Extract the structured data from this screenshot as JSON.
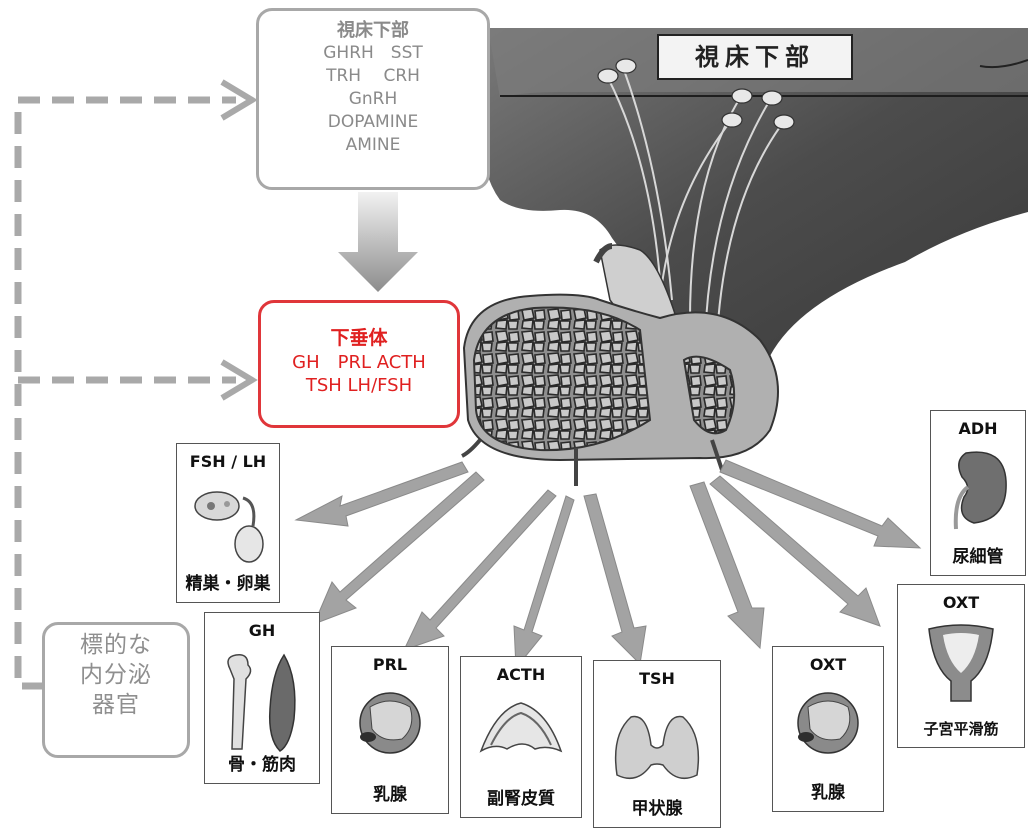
{
  "hypothalamus_box": {
    "title": "視床下部",
    "lines": [
      "GHRH　SST",
      "TRH　 CRH",
      "GnRH",
      "DOPAMINE",
      "AMINE"
    ]
  },
  "pituitary_box": {
    "title": "下垂体",
    "lines": [
      "GH　PRL  ACTH",
      "TSH LH/FSH"
    ]
  },
  "target_box": {
    "lines": [
      "標的な",
      "内分泌",
      "器官"
    ]
  },
  "brain_label": "視床下部",
  "organs": [
    {
      "hormone": "FSH / LH",
      "organ": "精巣・卵巣",
      "icon": "gonad-icon"
    },
    {
      "hormone": "GH",
      "organ": "骨・筋肉",
      "icon": "bone-muscle-icon"
    },
    {
      "hormone": "PRL",
      "organ": "乳腺",
      "icon": "breast-icon"
    },
    {
      "hormone": "ACTH",
      "organ": "副腎皮質",
      "icon": "adrenal-icon"
    },
    {
      "hormone": "TSH",
      "organ": "甲状腺",
      "icon": "thyroid-icon"
    },
    {
      "hormone": "OXT",
      "organ": "乳腺",
      "icon": "breast-icon"
    },
    {
      "hormone": "OXT",
      "organ": "子宮平滑筋",
      "icon": "uterus-icon"
    },
    {
      "hormone": "ADH",
      "organ": "尿細管",
      "icon": "kidney-icon"
    }
  ],
  "colors": {
    "pituitary_accent": "#e0363a",
    "box_border": "#a8a8a8",
    "box_text": "#8a8a8a",
    "brain_dark": "#4a4a4a",
    "arrow_gray": "#9a9a9a"
  }
}
